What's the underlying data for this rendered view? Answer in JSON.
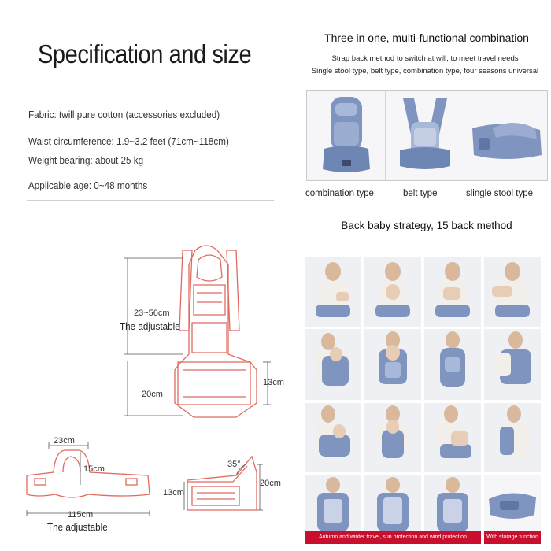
{
  "spec": {
    "title": "Specification and size",
    "fabric": "Fabric: twill pure cotton (accessories excluded)",
    "waist": "Waist circumference: 1.9~3.2 feet (71cm~118cm)",
    "weight": "Weight bearing: about 25 kg",
    "age": "Applicable age: 0~48 months"
  },
  "combo": {
    "title": "Three in one, multi-functional combination",
    "subtitle_1": "Strap back method to switch at will, to meet travel needs",
    "subtitle_2": "Single stool type, belt type, combination type, four seasons universal",
    "types": [
      "combination type",
      "belt type",
      "slingle stool type"
    ]
  },
  "strategy": {
    "title": "Back baby strategy, 15 back method",
    "banner_main": "Autumn and winter travel, sun protection and wind protection",
    "banner_side": "With storage function"
  },
  "diagram": {
    "height_range": "23~56cm",
    "adjustable_top": "The adjustable",
    "waist_height": "20cm",
    "side_height": "13cm",
    "belt_top": "23cm",
    "belt_side": "15cm",
    "belt_length": "115cm",
    "adjustable_bottom": "The adjustable",
    "stool_angle": "35°",
    "stool_height": "20cm",
    "stool_side": "13cm"
  },
  "colors": {
    "diagram_line": "#e06a60",
    "carrier_blue": "#7f95bf",
    "banner_red": "#c8102e"
  }
}
